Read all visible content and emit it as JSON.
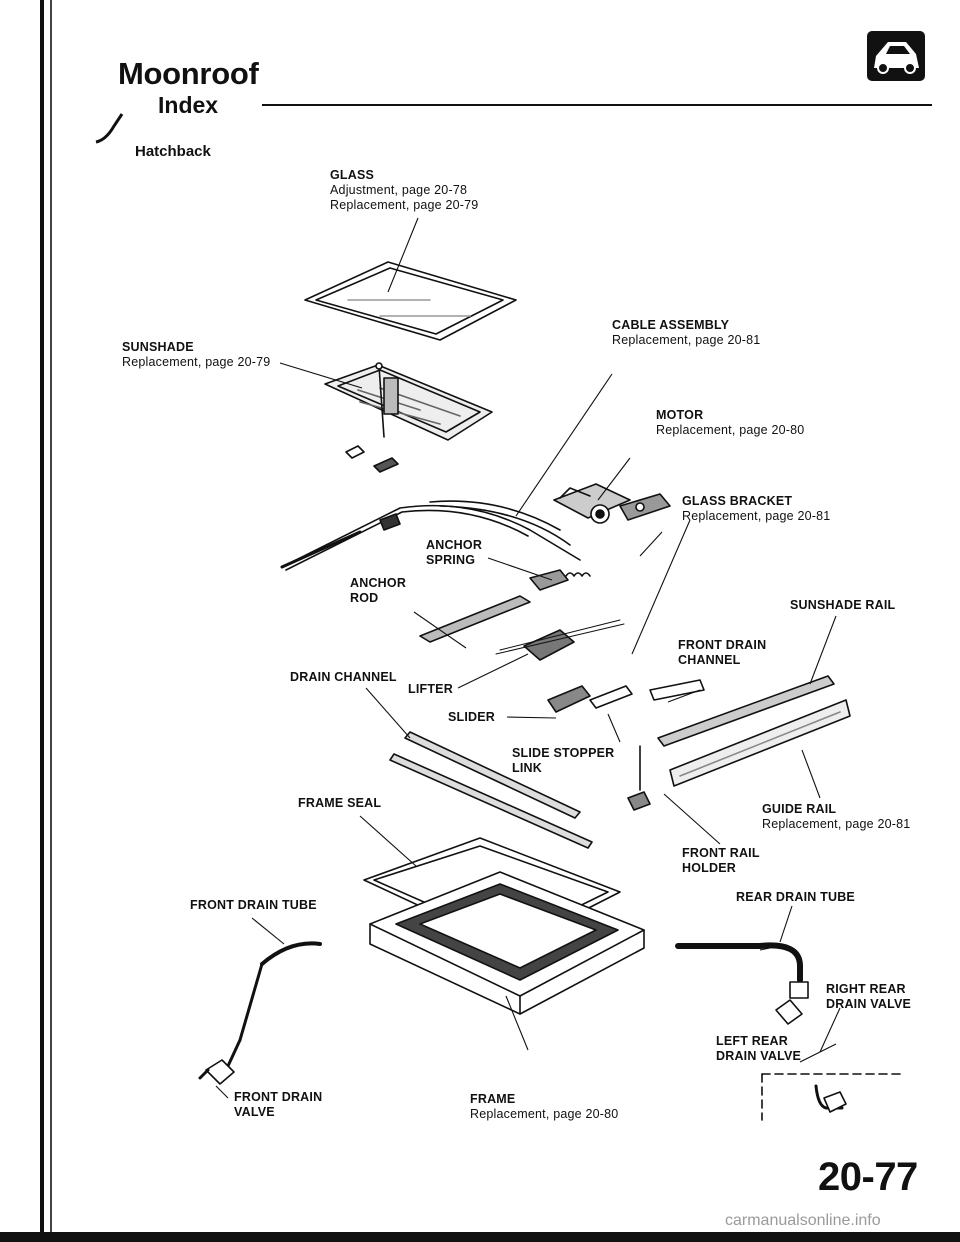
{
  "header": {
    "title": "Moonroof",
    "subtitle": "Index",
    "icon": "car-body-icon"
  },
  "section_label": "Hatchback",
  "callouts": {
    "glass": {
      "name": "GLASS",
      "ref1": "Adjustment, page 20-78",
      "ref2": "Replacement, page 20-79"
    },
    "sunshade": {
      "name": "SUNSHADE",
      "ref": "Replacement, page 20-79"
    },
    "cable_assembly": {
      "name": "CABLE ASSEMBLY",
      "ref": "Replacement, page 20-81"
    },
    "motor": {
      "name": "MOTOR",
      "ref": "Replacement, page 20-80"
    },
    "glass_bracket": {
      "name": "GLASS BRACKET",
      "ref": "Replacement, page 20-81"
    },
    "anchor_spring": {
      "line1": "ANCHOR",
      "line2": "SPRING"
    },
    "anchor_rod": {
      "line1": "ANCHOR",
      "line2": "ROD"
    },
    "sunshade_rail": {
      "name": "SUNSHADE RAIL"
    },
    "front_drain_channel": {
      "line1": "FRONT DRAIN",
      "line2": "CHANNEL"
    },
    "drain_channel": {
      "name": "DRAIN CHANNEL"
    },
    "lifter": {
      "name": "LIFTER"
    },
    "slider": {
      "name": "SLIDER"
    },
    "slide_stopper_link": {
      "line1": "SLIDE STOPPER",
      "line2": "LINK"
    },
    "frame_seal": {
      "name": "FRAME SEAL"
    },
    "guide_rail": {
      "name": "GUIDE RAIL",
      "ref": "Replacement, page 20-81"
    },
    "front_rail_holder": {
      "line1": "FRONT RAIL",
      "line2": "HOLDER"
    },
    "front_drain_tube": {
      "name": "FRONT DRAIN TUBE"
    },
    "rear_drain_tube": {
      "name": "REAR DRAIN TUBE"
    },
    "right_rear_drain_valve": {
      "line1": "RIGHT REAR",
      "line2": "DRAIN VALVE"
    },
    "left_rear_drain_valve": {
      "line1": "LEFT REAR",
      "line2": "DRAIN VALVE"
    },
    "front_drain_valve": {
      "line1": "FRONT DRAIN",
      "line2": "VALVE"
    },
    "frame": {
      "name": "FRAME",
      "ref": "Replacement, page 20-80"
    }
  },
  "page_number": "20-77",
  "watermark": "carmanualsonline.info"
}
